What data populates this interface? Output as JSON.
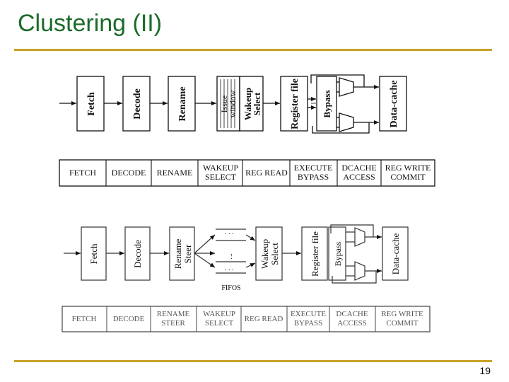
{
  "slide": {
    "title": "Clustering (II)",
    "page_number": "19"
  },
  "diagram_top": {
    "blocks": [
      "Fetch",
      "Decode",
      "Rename"
    ],
    "issue_window": [
      "Issue",
      "window"
    ],
    "wakeup_select": [
      "Wakeup",
      "Select"
    ],
    "register_file": "Register file",
    "bypass": "Bypass",
    "data_cache": "Data-cache"
  },
  "pipeline_top": [
    [
      "FETCH"
    ],
    [
      "DECODE"
    ],
    [
      "RENAME"
    ],
    [
      "WAKEUP",
      "SELECT"
    ],
    [
      "REG READ"
    ],
    [
      "EXECUTE",
      "BYPASS"
    ],
    [
      "DCACHE",
      "ACCESS"
    ],
    [
      "REG WRITE",
      "COMMIT"
    ]
  ],
  "diagram_bottom": {
    "fetch": "Fetch",
    "decode": "Decode",
    "rename_steer": [
      "Rename",
      "Steer"
    ],
    "wakeup_select": [
      "Wakeup",
      "Select"
    ],
    "register_file": "Register file",
    "bypass": "Bypass",
    "data_cache": "Data-cache",
    "fifos_label": "FIFOS"
  },
  "pipeline_bottom": [
    [
      "FETCH"
    ],
    [
      "DECODE"
    ],
    [
      "RENAME",
      "STEER"
    ],
    [
      "WAKEUP",
      "SELECT"
    ],
    [
      "REG READ"
    ],
    [
      "EXECUTE",
      "BYPASS"
    ],
    [
      "DCACHE",
      "ACCESS"
    ],
    [
      "REG WRITE",
      "COMMIT"
    ]
  ]
}
